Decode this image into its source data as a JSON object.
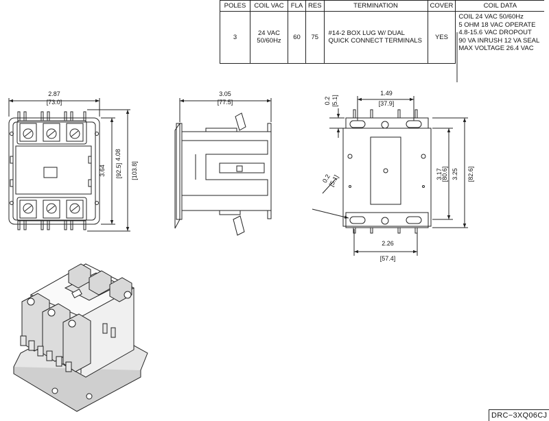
{
  "spec_table": {
    "headers": [
      "POLES",
      "COIL VAC",
      "FLA",
      "RES",
      "TERMINATION",
      "COVER",
      "COIL DATA"
    ],
    "row": {
      "poles": "3",
      "coil_vac": "24 VAC\n50/60Hz",
      "fla": "60",
      "res": "75",
      "termination": "#14-2 BOX LUG W/ DUAL\nQUICK CONNECT TERMINALS",
      "cover": "YES",
      "coil_data": "COIL 24 VAC 50/60Hz\n5 OHM 18 VAC OPERATE\n4.8-15.6 VAC DROPOUT\n90 VA INRUSH 12 VA SEAL\nMAX VOLTAGE 26.4 VAC"
    }
  },
  "front_view": {
    "width_in": "2.87",
    "width_mm": "[73.0]",
    "inner_h_in": "3.64",
    "inner_h_mm": "[92.5]",
    "outer_h_in": "4.08",
    "outer_h_mm": "[103.8]"
  },
  "side_view": {
    "width_in": "3.05",
    "width_mm": "[77.5]"
  },
  "rear_view": {
    "top_offset_in": "0.2",
    "top_offset_mm": "[5.1]",
    "slot_span_in": "1.49",
    "slot_span_mm": "[37.9]",
    "slot_offset_in": "0.2",
    "slot_offset_mm": "[5.1]",
    "mount_h_in": "3.17",
    "mount_h_mm": "[80.6]",
    "outer_h_in": "3.25",
    "outer_h_mm": "[82.6]",
    "mount_w_in": "2.26",
    "mount_w_mm": "[57.4]"
  },
  "part_number": "DRC−3XQ06CJ"
}
